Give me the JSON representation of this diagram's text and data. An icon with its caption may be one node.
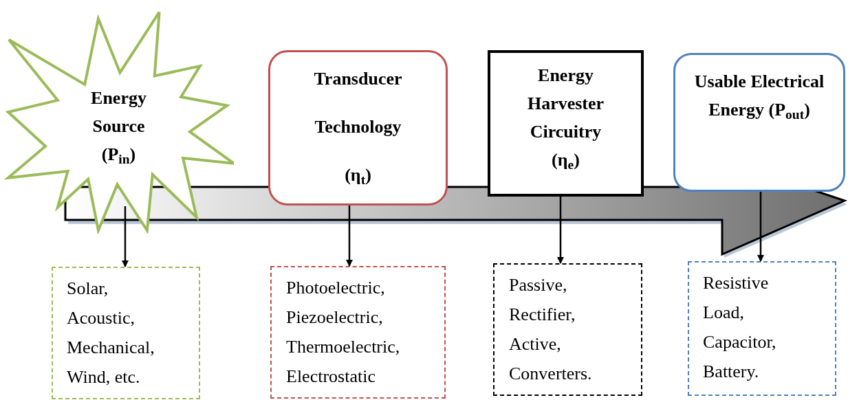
{
  "diagram": {
    "nodes": [
      {
        "text": [
          "Energy Source (P$_{in}$)"
        ]
      },
      {
        "text": [
          "Transducer Technology (η$_{t}$)"
        ]
      },
      {
        "text": [
          "Energy Harvester Circuitry (η$_{e}$)"
        ]
      },
      {
        "text": [
          "Usable Electrical Energy (P$_{out}$)"
        ]
      },
      {
        "text": [
          "Solar,",
          "Acoustic,",
          "Mechanical,",
          "Wind, etc."
        ]
      },
      {
        "text": [
          "Photoelectric,",
          "Piezoelectric,",
          "Thermoelectric,",
          "Electrostatic"
        ]
      },
      {
        "text": [
          "Passive,",
          "Rectifier,",
          "Active,",
          "Converters."
        ]
      },
      {
        "text": [
          "Resistive Load,",
          "Capacitor,",
          "Battery."
        ]
      }
    ],
    "edges": [
      {
        "from": 0,
        "to": 4,
        "arrow": "to"
      },
      {
        "from": 1,
        "to": 5,
        "arrow": "to"
      },
      {
        "from": 2,
        "to": 6,
        "arrow": "to"
      },
      {
        "from": 3,
        "to": 7,
        "arrow": "to"
      },
      {
        "from": 0,
        "to": null,
        "arrow": "to",
        "style": "thick"
      }
    ]
  }
}
